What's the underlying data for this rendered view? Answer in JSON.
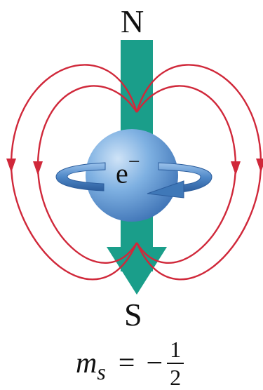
{
  "labels": {
    "north": "N",
    "south": "S",
    "electron": "e",
    "electron_charge": "−"
  },
  "equation": {
    "variable": "m",
    "subscript": "s",
    "equals": "=",
    "sign": "−",
    "numerator": "1",
    "denominator": "2"
  },
  "colors": {
    "field_lines": "#d0283a",
    "magnet_arrow": "#1a9e8a",
    "sphere": "#6ea6dc",
    "spin_arrow": "#3f78b8"
  }
}
